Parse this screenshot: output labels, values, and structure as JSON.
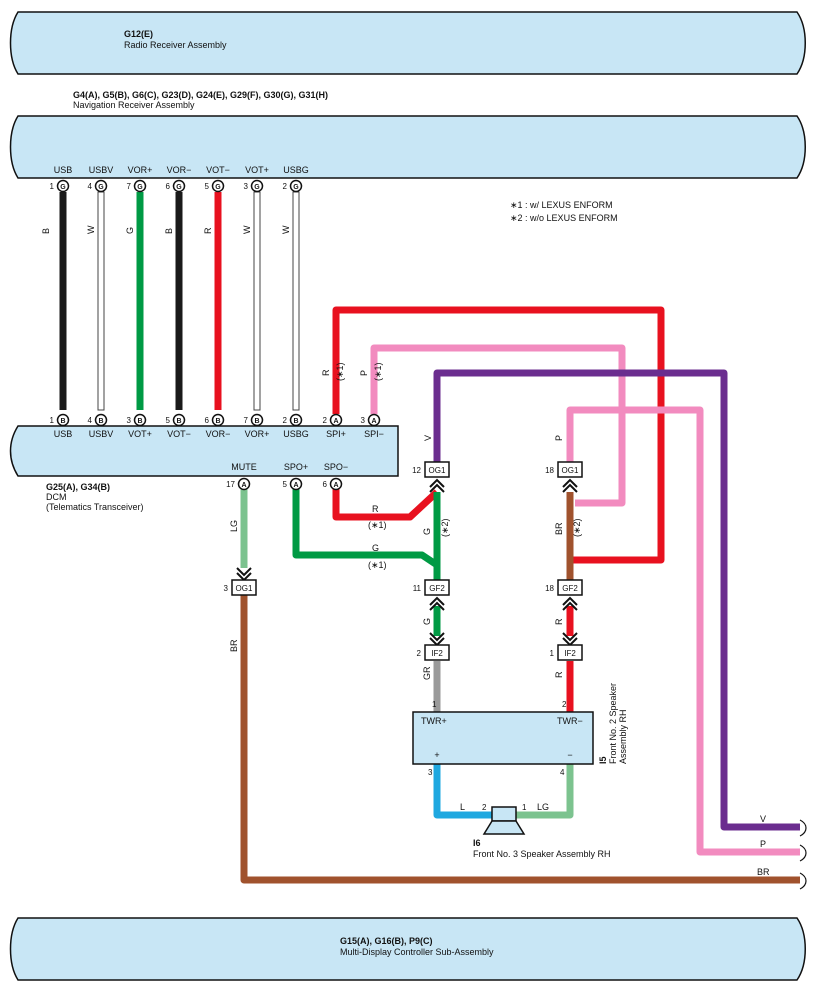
{
  "components": {
    "radio": {
      "code": "G12(E)",
      "name": "Radio Receiver Assembly"
    },
    "nav": {
      "code": "G4(A), G5(B), G6(C), G23(D), G24(E), G29(F), G30(G), G31(H)",
      "name": "Navigation Receiver Assembly"
    },
    "dcm": {
      "code": "G25(A), G34(B)",
      "name": "DCM",
      "subname": "(Telematics Transceiver)"
    },
    "speaker2": {
      "code": "I5",
      "name": "Front No. 2 Speaker",
      "name2": "Assembly RH"
    },
    "speaker3": {
      "code": "I6",
      "name": "Front No. 3 Speaker Assembly RH"
    },
    "mdc": {
      "code": "G15(A), G16(B), P9(C)",
      "name": "Multi-Display Controller Sub-Assembly"
    }
  },
  "notes": [
    "∗1 : w/ LEXUS ENFORM",
    "∗2 : w/o LEXUS ENFORM"
  ],
  "nav_pins": [
    {
      "label": "USB",
      "num": "1",
      "conn": "G"
    },
    {
      "label": "USBV",
      "num": "4",
      "conn": "G"
    },
    {
      "label": "VOR+",
      "num": "7",
      "conn": "G"
    },
    {
      "label": "VOR−",
      "num": "6",
      "conn": "G"
    },
    {
      "label": "VOT−",
      "num": "5",
      "conn": "G"
    },
    {
      "label": "VOT+",
      "num": "3",
      "conn": "G"
    },
    {
      "label": "USBG",
      "num": "2",
      "conn": "G"
    }
  ],
  "dcm_top_pins": [
    {
      "label": "USB",
      "num": "1",
      "conn": "B"
    },
    {
      "label": "USBV",
      "num": "4",
      "conn": "B"
    },
    {
      "label": "VOT+",
      "num": "3",
      "conn": "B"
    },
    {
      "label": "VOT−",
      "num": "5",
      "conn": "B"
    },
    {
      "label": "VOR−",
      "num": "6",
      "conn": "B"
    },
    {
      "label": "VOR+",
      "num": "7",
      "conn": "B"
    },
    {
      "label": "USBG",
      "num": "2",
      "conn": "B"
    },
    {
      "label": "SPI+",
      "num": "2",
      "conn": "A"
    },
    {
      "label": "SPI−",
      "num": "3",
      "conn": "A"
    }
  ],
  "dcm_bottom_pins": [
    {
      "label": "MUTE",
      "num": "17",
      "conn": "A"
    },
    {
      "label": "SPO+",
      "num": "5",
      "conn": "A"
    },
    {
      "label": "SPO−",
      "num": "6",
      "conn": "A"
    }
  ],
  "wire_colors": {
    "B": "B",
    "W": "W",
    "G": "G",
    "R": "R",
    "P": "P",
    "V": "V",
    "LG": "LG",
    "BR": "BR",
    "GR": "GR",
    "L": "L"
  },
  "connectors": {
    "og1_a": {
      "num": "12",
      "name": "OG1"
    },
    "og1_b": {
      "num": "18",
      "name": "OG1"
    },
    "og1_c": {
      "num": "3",
      "name": "OG1"
    },
    "gf2_a": {
      "num": "11",
      "name": "GF2"
    },
    "gf2_b": {
      "num": "18",
      "name": "GF2"
    },
    "if2_a": {
      "num": "2",
      "name": "IF2"
    },
    "if2_b": {
      "num": "1",
      "name": "IF2"
    }
  },
  "variants": {
    "v1": "(∗1)",
    "v2": "(∗2)"
  },
  "speaker2_pins": {
    "twr_plus": "TWR+",
    "twr_minus": "TWR−",
    "plus": "+",
    "minus": "−",
    "p1": "1",
    "p2": "2",
    "p3": "3",
    "p4": "4"
  },
  "speaker3_pins": {
    "p2": "2",
    "p1": "1"
  },
  "colors": {
    "panel": "#c8e6f5",
    "black": "#1a1a1a",
    "green": "#009a44",
    "red": "#e8111f",
    "pink": "#f28bbf",
    "violet": "#6b2d8f",
    "brown": "#a0522d",
    "light_green": "#7cc38f",
    "gray": "#9a9a9a",
    "blue": "#1fa8e0"
  }
}
